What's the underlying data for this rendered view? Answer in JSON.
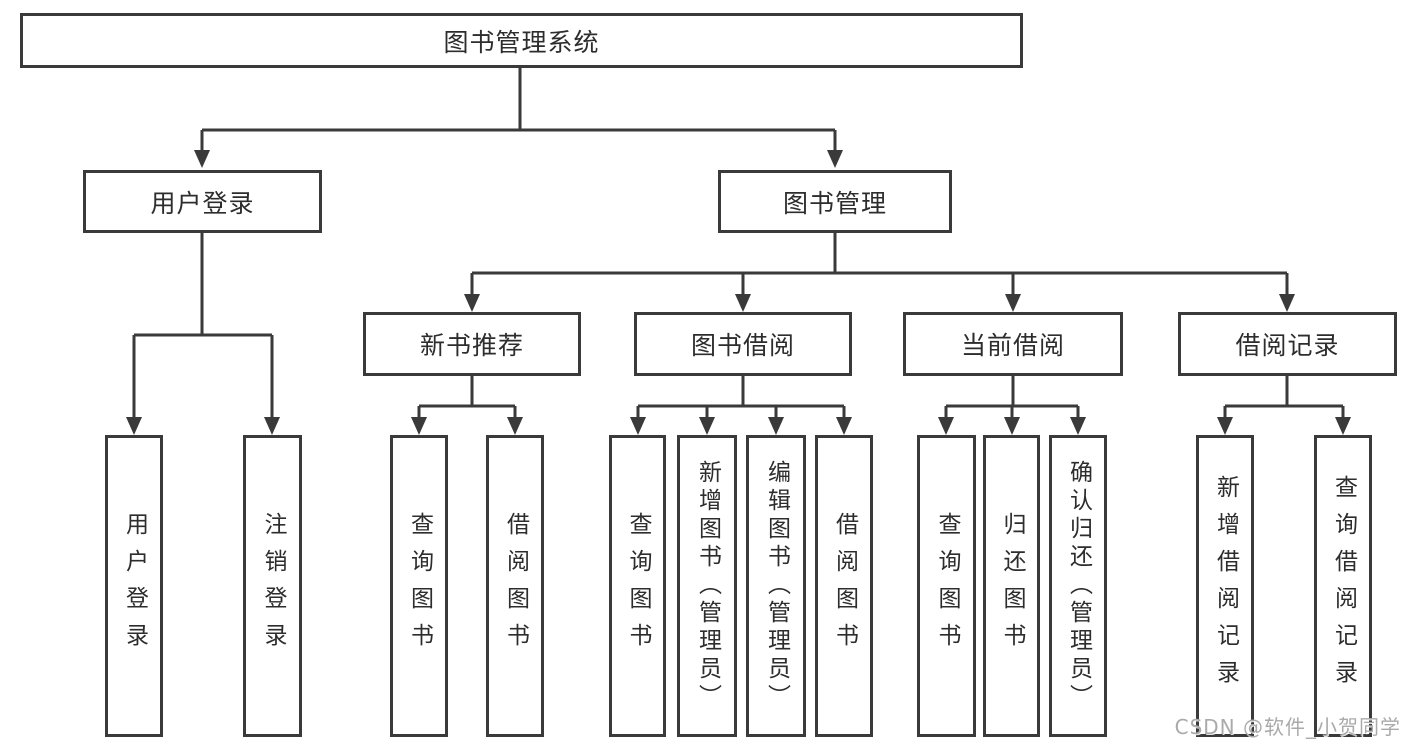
{
  "diagram": {
    "root": "图书管理系统",
    "branches": [
      {
        "label": "用户登录",
        "leaves": [
          "用户登录",
          "注销登录"
        ]
      },
      {
        "label": "图书管理",
        "groups": [
          {
            "label": "新书推荐",
            "leaves": [
              "查询图书",
              "借阅图书"
            ]
          },
          {
            "label": "图书借阅",
            "leaves": [
              "查询图书",
              "新增图书（管理员）",
              "编辑图书（管理员）",
              "借阅图书"
            ]
          },
          {
            "label": "当前借阅",
            "leaves": [
              "查询图书",
              "归还图书",
              "确认归还（管理员）"
            ]
          },
          {
            "label": "借阅记录",
            "leaves": [
              "新增借阅记录",
              "查询借阅记录"
            ]
          }
        ]
      }
    ]
  },
  "watermark": "CSDN @软件_小贺同学",
  "colors": {
    "line": "#3a3a3a",
    "text": "#2d2d2d",
    "background": "#ffffff",
    "watermark": "#aaaaaa"
  }
}
